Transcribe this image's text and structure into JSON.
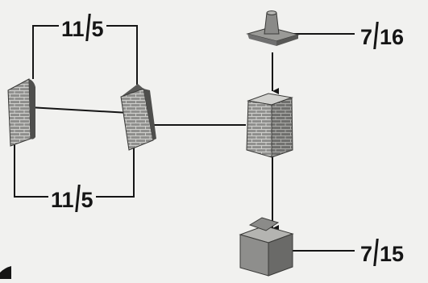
{
  "labels": {
    "top_left": {
      "num": "11",
      "den": "5"
    },
    "bottom_left": {
      "num": "11",
      "den": "5"
    },
    "top_right": {
      "num": "7",
      "den": "16"
    },
    "bottom_right": {
      "num": "7",
      "den": "15"
    }
  },
  "colors": {
    "background": "#f1f1ef",
    "line": "#151515",
    "brick_face": "#8d8d8b",
    "brick_shadow": "#5e5e5c",
    "mortar": "#cfcfcc",
    "cap_light": "#b9b9b6",
    "cap_dark": "#7a7a78"
  }
}
